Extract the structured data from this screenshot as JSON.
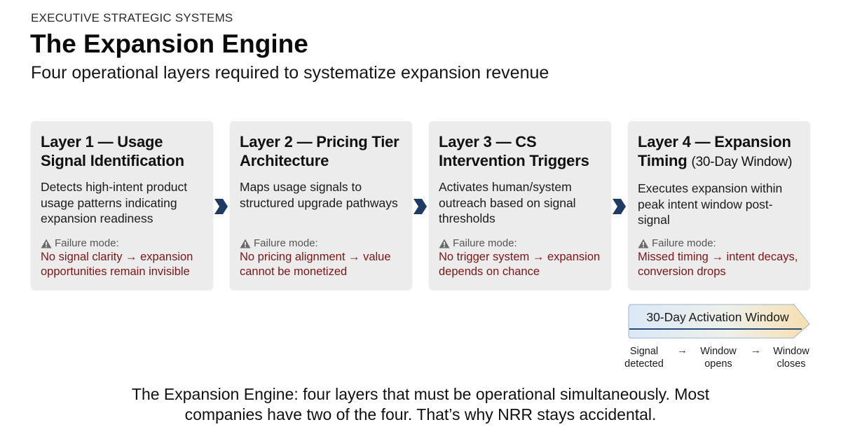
{
  "header": {
    "eyebrow": "EXECUTIVE STRATEGIC SYSTEMS",
    "title": "The Expansion Engine",
    "subtitle": "Four operational layers required to systematize expansion revenue"
  },
  "layers": [
    {
      "title": "Layer 1 — Usage Signal Identification",
      "title_suffix": "",
      "description": "Detects high-intent product usage patterns indicating expansion readiness",
      "failure_label": "Failure mode:",
      "failure_text": "No signal clarity → expansion opportunities remain invisible"
    },
    {
      "title": "Layer 2 — Pricing Tier Architecture",
      "title_suffix": "",
      "description": "Maps usage signals to structured upgrade pathways",
      "failure_label": "Failure mode:",
      "failure_text": "No pricing alignment → value cannot be monetized"
    },
    {
      "title": "Layer 3 — CS Intervention Triggers",
      "title_suffix": "",
      "description": "Activates human/system outreach based on signal thresholds",
      "failure_label": "Failure mode:",
      "failure_text": "No trigger system → expansion depends on chance"
    },
    {
      "title": "Layer 4 — Expansion Timing",
      "title_suffix": "(30-Day Window)",
      "description": "Executes expansion within peak intent window post-signal",
      "failure_label": "Failure mode:",
      "failure_text": "Missed timing → intent decays, conversion drops"
    }
  ],
  "window": {
    "label": "30-Day Activation Window",
    "steps": [
      "Signal detected",
      "Window opens",
      "Window closes"
    ],
    "step_separator": "→"
  },
  "caption": {
    "line1": "The Expansion Engine: four layers that must be operational simultaneously. Most",
    "line2": "companies have two of the four. That’s why NRR stays accidental."
  },
  "colors": {
    "card_bg": "#ececec",
    "failure_text": "#7a1616",
    "arrow": "#1f3b63",
    "window_start": "#dbe8f7",
    "window_end": "#f7dfb0"
  },
  "icons": {
    "failure": "warning-triangle-icon",
    "connector": "chevron-right-arrow-icon"
  }
}
